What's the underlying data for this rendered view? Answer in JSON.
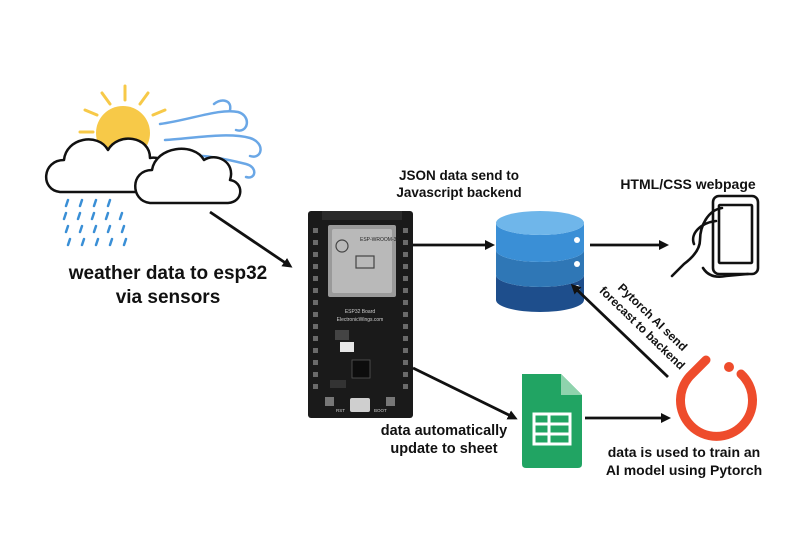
{
  "labels": {
    "weather": [
      "weather data  to esp32",
      "via sensors"
    ],
    "json": [
      "JSON data send to",
      "Javascript backend"
    ],
    "webpage": [
      "HTML/CSS webpage"
    ],
    "sheet": [
      "data automatically",
      "update to sheet"
    ],
    "pytorch_send": [
      "Pytorch AI send",
      "forecast to backend"
    ],
    "train": [
      "data is used to train an",
      "AI model using Pytorch"
    ]
  },
  "board": {
    "module_line1": "ESP-WROOM-32",
    "module_line2": "ESP32 Board",
    "module_line3": "ElectronicWings.com",
    "rst": "RST",
    "boot": "BOOT"
  },
  "colors": {
    "arrow": "#111111",
    "sun": "#f7c948",
    "rain": "#3a8fd6",
    "wind": "#6aa7e6",
    "db_top": "#6fb6ea",
    "db_mid": "#2f77b6",
    "db_bottom": "#1e4e8c",
    "sheet": "#21a463",
    "pytorch": "#ee4c2c",
    "board": "#1a1a1a"
  }
}
